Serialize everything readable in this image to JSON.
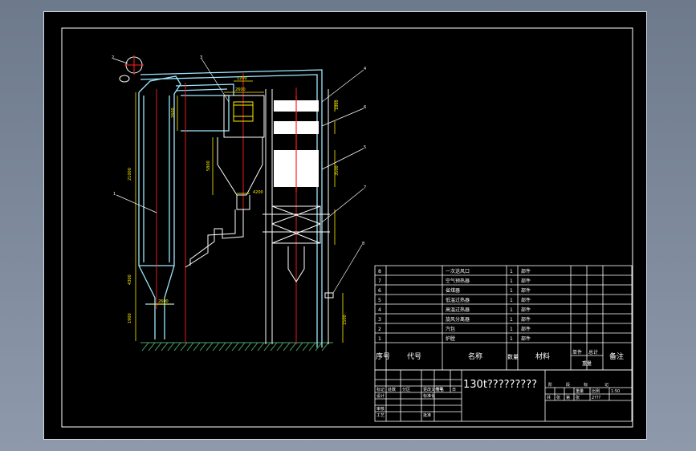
{
  "parts_list": {
    "rows": [
      {
        "no": "8",
        "name": "一次送风口",
        "qty": "1",
        "material": "部件"
      },
      {
        "no": "7",
        "name": "空气预热器",
        "qty": "1",
        "material": "部件"
      },
      {
        "no": "6",
        "name": "省煤器",
        "qty": "1",
        "material": "部件"
      },
      {
        "no": "5",
        "name": "低温过热器",
        "qty": "1",
        "material": "部件"
      },
      {
        "no": "4",
        "name": "高温过热器",
        "qty": "1",
        "material": "部件"
      },
      {
        "no": "3",
        "name": "旋风分离器",
        "qty": "1",
        "material": "部件"
      },
      {
        "no": "2",
        "name": "汽包",
        "qty": "1",
        "material": "部件"
      },
      {
        "no": "1",
        "name": "炉膛",
        "qty": "1",
        "material": "部件"
      }
    ],
    "header": {
      "no": "序号",
      "code": "代号",
      "name": "名称",
      "qty": "数量",
      "material": "材料",
      "unit_weight": "单件",
      "total_weight": "总计",
      "weight": "重量",
      "remark": "备注"
    }
  },
  "title_block": {
    "drawing_title": "130t?????????",
    "rev_row": [
      "标记",
      "处数",
      "分区",
      "更改文件号",
      "签名",
      "日"
    ],
    "sign_labels": [
      "设计",
      "审核",
      "工艺"
    ],
    "sign_right": [
      "标准化",
      "批准"
    ],
    "stage_labels": [
      "阶",
      "段",
      "标",
      "记"
    ],
    "weight_label": "重量",
    "scale_label": "比例",
    "scale_value": "1:50",
    "sheet_label": "共",
    "sheet_text": "张",
    "page_label": "第",
    "page_text": "张",
    "small_note": "2???"
  },
  "callouts": [
    "8",
    "3",
    "7",
    "6",
    "5",
    "4",
    "2",
    "1"
  ],
  "dimensions": {
    "top_width": "2600",
    "cyclone_inner": "1200",
    "cyclone_height": "5800",
    "furnace_height": "21000",
    "dim_a": "4200",
    "dim_b": "2600",
    "bottom_a": "4300",
    "bottom_b": "1900",
    "bottom_c": "2600",
    "right_a": "1860",
    "right_b": "3500",
    "right_c": "1500"
  },
  "colors": {
    "background": "#000000",
    "frame": "#ffffff",
    "boiler_wall": "#9ee8ff",
    "dimension": "#ffee00",
    "centerline": "#ff2020",
    "ground": "#4aa86a",
    "text": "#ffffff"
  }
}
